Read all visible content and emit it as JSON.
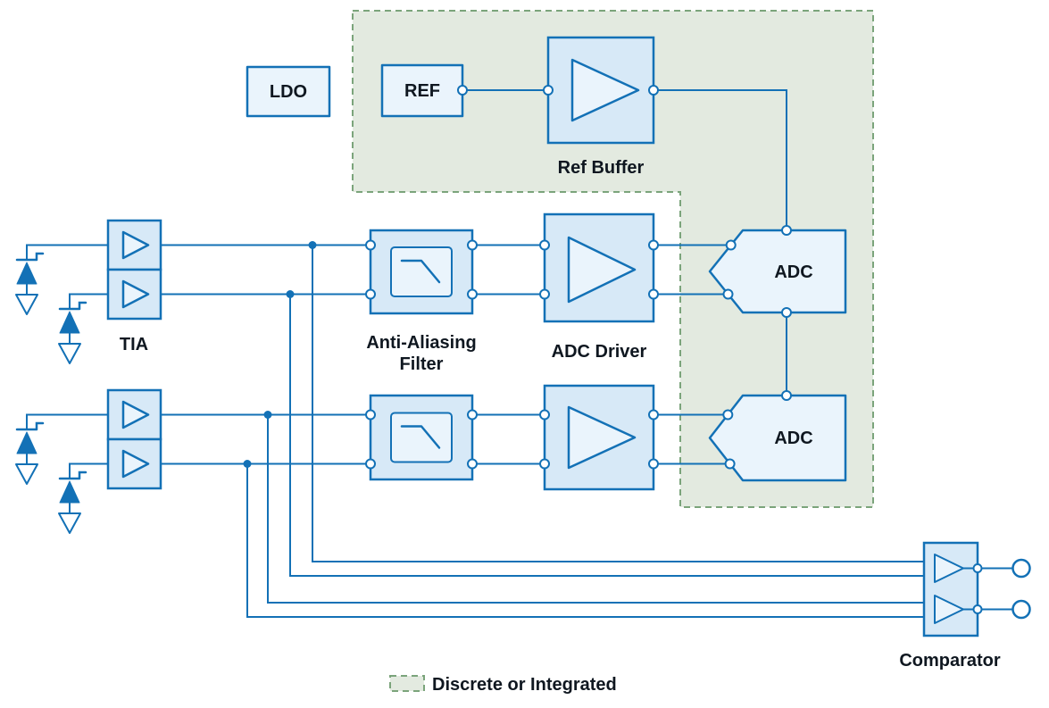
{
  "diagram": {
    "legend": {
      "label": "Discrete or Integrated"
    },
    "labels": {
      "ldo": "LDO",
      "ref": "REF",
      "ref_buffer": "Ref Buffer",
      "tia": "TIA",
      "anti_aliasing_line1": "Anti-Aliasing",
      "anti_aliasing_line2": "Filter",
      "adc_driver": "ADC Driver",
      "adc_top": "ADC",
      "adc_bottom": "ADC",
      "comparator": "Comparator"
    },
    "icons": {
      "amplifier": "right-pointing-triangle",
      "comparator": "right-pointing-triangle",
      "low_pass_filter": "falling-step-curve",
      "photodiode": "diode-with-cathode-hook",
      "ground": "open-down-triangle",
      "terminal": "small-open-circle",
      "junction": "filled-dot",
      "output_terminal": "large-open-ring"
    },
    "colors": {
      "line": "#1371b6",
      "block_fill": "#d7e9f7",
      "block_fill_light": "#eaf4fc",
      "region_fill": "#e3eae0",
      "region_border": "#7ba47b",
      "text": "#0f1720",
      "background": "#ffffff"
    }
  }
}
